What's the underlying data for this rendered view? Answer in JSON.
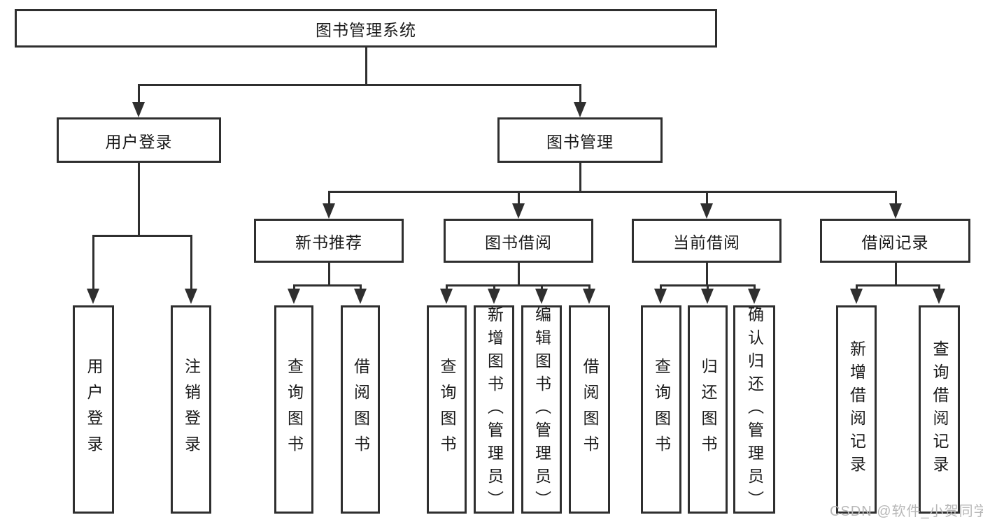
{
  "diagram": {
    "type": "hierarchy-tree",
    "root": {
      "label": "图书管理系统"
    },
    "branches": {
      "user_login": {
        "label": "用户登录",
        "children": [
          {
            "label": "用户登录"
          },
          {
            "label": "注销登录"
          }
        ]
      },
      "book_mgmt": {
        "label": "图书管理",
        "sections": {
          "new_book_rec": {
            "label": "新书推荐",
            "children": [
              {
                "label": "查询图书"
              },
              {
                "label": "借阅图书"
              }
            ]
          },
          "book_borrow": {
            "label": "图书借阅",
            "children": [
              {
                "label": "查询图书"
              },
              {
                "label": "新增图书（管理员）"
              },
              {
                "label": "编辑图书（管理员）"
              },
              {
                "label": "借阅图书"
              }
            ]
          },
          "current_borrow": {
            "label": "当前借阅",
            "children": [
              {
                "label": "查询图书"
              },
              {
                "label": "归还图书"
              },
              {
                "label": "确认归还（管理员）"
              }
            ]
          },
          "borrow_record": {
            "label": "借阅记录",
            "children": [
              {
                "label": "新增借阅记录"
              },
              {
                "label": "查询借阅记录"
              }
            ]
          }
        }
      }
    },
    "watermark": "CSDN @软件_小贺同学",
    "colors": {
      "line": "#2f2f2f",
      "text": "#1a1a1a",
      "background": "#ffffff",
      "watermark": "#b8b8b8"
    }
  }
}
